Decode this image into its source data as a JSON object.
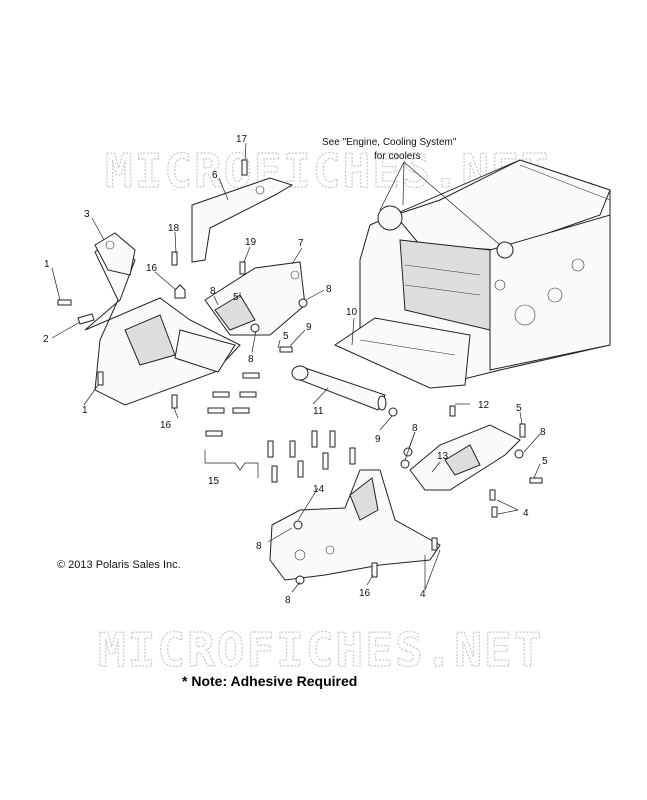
{
  "watermarks": [
    "MICROFICHES.NET",
    "MICROFICHES.NET"
  ],
  "note_coolers": [
    "See \"Engine, Cooling System\"",
    "for coolers"
  ],
  "copyright": "© 2013 Polaris Sales Inc.",
  "adhesive_note": "* Note: Adhesive Required",
  "callouts": [
    "17",
    "6",
    "3",
    "18",
    "19",
    "7",
    "1",
    "16",
    "8",
    "5",
    "8",
    "2",
    "5",
    "10",
    "9",
    "8",
    "1",
    "16",
    "11",
    "12",
    "5",
    "9",
    "8",
    "13",
    "8",
    "5",
    "15",
    "14",
    "4",
    "8",
    "8",
    "16",
    "4"
  ]
}
